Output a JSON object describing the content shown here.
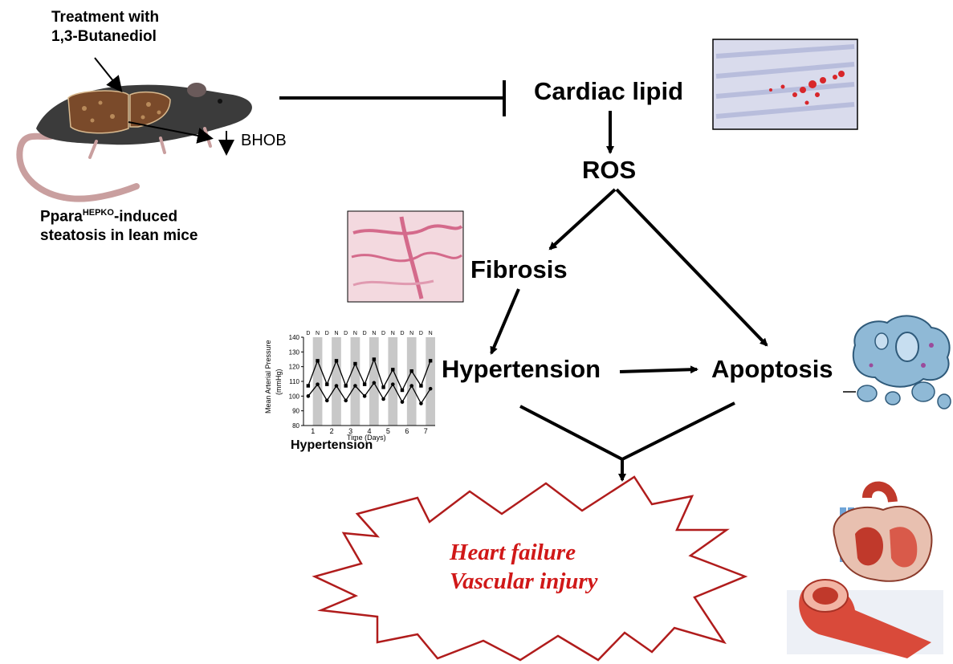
{
  "treatment": {
    "line1": "Treatment with",
    "line2": "1,3-Butanediol"
  },
  "mouse_caption": {
    "prefix": "Ppara",
    "superscript": "HEPKO",
    "suffix": "-induced",
    "line2": "steatosis in lean mice"
  },
  "bhob_label": "BHOB",
  "nodes": {
    "cardiac_lipid": "Cardiac lipid",
    "ros": "ROS",
    "fibrosis": "Fibrosis",
    "hypertension": "Hypertension",
    "apoptosis": "Apoptosis"
  },
  "outcome": {
    "line1": "Heart failure",
    "line2": "Vascular injury"
  },
  "bp_chart": {
    "ylabel": "Mean Arterial Pressure",
    "yunit": "(mmHg)",
    "xlabel": "Time (Days)",
    "caption": "Hypertension",
    "y_ticks": [
      "140",
      "130",
      "120",
      "110",
      "100",
      "90",
      "80"
    ],
    "x_ticks": [
      "1",
      "2",
      "3",
      "4",
      "5",
      "6",
      "7"
    ],
    "phase_labels": [
      "D",
      "N",
      "D",
      "N",
      "D",
      "N",
      "D",
      "N",
      "D",
      "N",
      "D",
      "N",
      "D",
      "N"
    ]
  },
  "chart_data": {
    "type": "line",
    "xlabel": "Time (Days)",
    "ylabel": "Mean Arterial Pressure (mmHg)",
    "ylim": [
      80,
      140
    ],
    "x": [
      "1D",
      "1N",
      "2D",
      "2N",
      "3D",
      "3N",
      "4D",
      "4N",
      "5D",
      "5N",
      "6D",
      "6N",
      "7D",
      "7N"
    ],
    "series": [
      {
        "values": [
          107,
          124,
          108,
          124,
          107,
          122,
          108,
          125,
          106,
          118,
          104,
          117,
          107,
          124
        ]
      },
      {
        "values": [
          100,
          108,
          97,
          107,
          97,
          107,
          100,
          109,
          98,
          108,
          96,
          107,
          95,
          105
        ]
      }
    ]
  },
  "colors": {
    "outcome_text": "#d01818",
    "burst_stroke": "#b01c1c",
    "arrow": "#000000"
  }
}
